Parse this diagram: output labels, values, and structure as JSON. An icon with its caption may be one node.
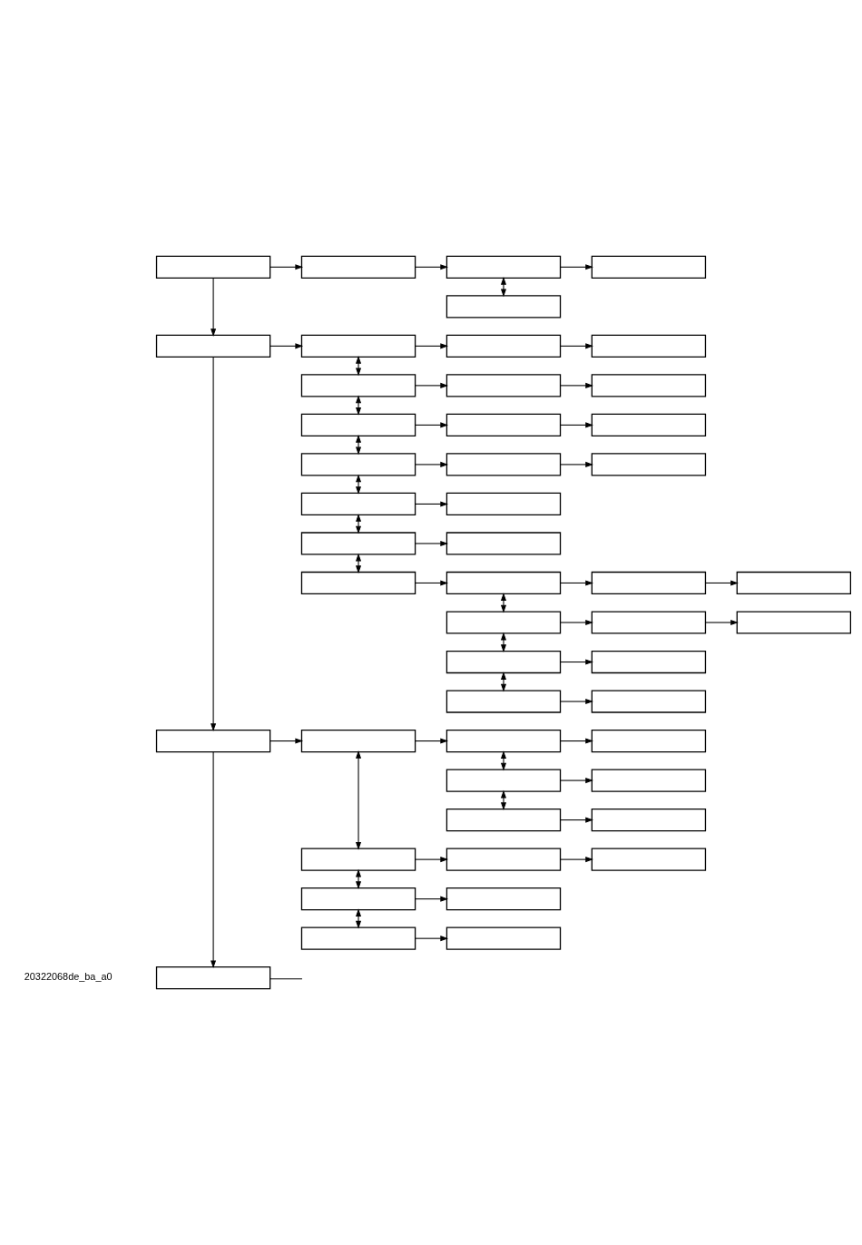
{
  "diagram": {
    "nodes": [
      {
        "text": [],
        "shape": "box"
      },
      {
        "text": [],
        "shape": "box"
      },
      {
        "text": [],
        "shape": "box"
      },
      {
        "text": [],
        "shape": "box"
      },
      {
        "text": [],
        "shape": "box"
      },
      {
        "text": [],
        "shape": "box"
      },
      {
        "text": [],
        "shape": "box"
      },
      {
        "text": [],
        "shape": "box"
      },
      {
        "text": [],
        "shape": "box"
      },
      {
        "text": [],
        "shape": "box"
      },
      {
        "text": [],
        "shape": "box"
      },
      {
        "text": [],
        "shape": "box"
      },
      {
        "text": [],
        "shape": "box"
      },
      {
        "text": [],
        "shape": "box"
      },
      {
        "text": [],
        "shape": "box"
      },
      {
        "text": [],
        "shape": "box"
      },
      {
        "text": [],
        "shape": "box"
      },
      {
        "text": [],
        "shape": "box"
      },
      {
        "text": [],
        "shape": "box"
      },
      {
        "text": [],
        "shape": "box"
      },
      {
        "text": [],
        "shape": "box"
      },
      {
        "text": [],
        "shape": "box"
      },
      {
        "text": [],
        "shape": "box"
      },
      {
        "text": [],
        "shape": "box"
      },
      {
        "text": [],
        "shape": "box"
      },
      {
        "text": [],
        "shape": "box"
      },
      {
        "text": [],
        "shape": "box"
      },
      {
        "text": [],
        "shape": "box"
      },
      {
        "text": [],
        "shape": "box"
      },
      {
        "text": [],
        "shape": "box"
      },
      {
        "text": [],
        "shape": "box"
      },
      {
        "text": [],
        "shape": "box"
      },
      {
        "text": [],
        "shape": "box"
      },
      {
        "text": [],
        "shape": "box"
      },
      {
        "text": [],
        "shape": "box"
      },
      {
        "text": [],
        "shape": "box"
      },
      {
        "text": [],
        "shape": "box"
      },
      {
        "text": [],
        "shape": "box"
      },
      {
        "text": [],
        "shape": "box"
      },
      {
        "text": [],
        "shape": "box"
      },
      {
        "text": [],
        "shape": "box"
      },
      {
        "text": [],
        "shape": "box"
      },
      {
        "text": [],
        "shape": "box"
      },
      {
        "text": [],
        "shape": "box"
      },
      {
        "text": [],
        "shape": "box"
      },
      {
        "text": [],
        "shape": "box"
      },
      {
        "text": [],
        "shape": "box"
      },
      {
        "text": [],
        "shape": "box"
      },
      {
        "text": [],
        "shape": "box"
      }
    ],
    "edges": [
      {
        "from": 0,
        "to": 1,
        "arrow": "to"
      },
      {
        "from": 1,
        "to": 2,
        "arrow": "to"
      },
      {
        "from": 2,
        "to": 3,
        "arrow": "to"
      },
      {
        "from": 2,
        "to": 4,
        "arrow": "both"
      },
      {
        "from": 0,
        "to": 5,
        "arrow": "to"
      },
      {
        "from": 5,
        "to": 6,
        "arrow": "to"
      },
      {
        "from": 6,
        "to": 7,
        "arrow": "to"
      },
      {
        "from": 7,
        "to": 8,
        "arrow": "to"
      },
      {
        "from": 6,
        "to": 9,
        "arrow": "both"
      },
      {
        "from": 9,
        "to": 10,
        "arrow": "to"
      },
      {
        "from": 10,
        "to": 11,
        "arrow": "to"
      },
      {
        "from": 9,
        "to": 12,
        "arrow": "both"
      },
      {
        "from": 12,
        "to": 13,
        "arrow": "to"
      },
      {
        "from": 13,
        "to": 14,
        "arrow": "to"
      },
      {
        "from": 12,
        "to": 15,
        "arrow": "both"
      },
      {
        "from": 15,
        "to": 16,
        "arrow": "to"
      },
      {
        "from": 16,
        "to": 17,
        "arrow": "to"
      },
      {
        "from": 15,
        "to": 18,
        "arrow": "both"
      },
      {
        "from": 18,
        "to": 19,
        "arrow": "to"
      },
      {
        "from": 18,
        "to": 20,
        "arrow": "both"
      },
      {
        "from": 20,
        "to": 21,
        "arrow": "to"
      },
      {
        "from": 20,
        "to": 22,
        "arrow": "both"
      },
      {
        "from": 22,
        "to": 23,
        "arrow": "to"
      },
      {
        "from": 23,
        "to": 24,
        "arrow": "to"
      },
      {
        "from": 24,
        "to": 25,
        "arrow": "to"
      },
      {
        "from": 23,
        "to": 26,
        "arrow": "both"
      },
      {
        "from": 26,
        "to": 27,
        "arrow": "to"
      },
      {
        "from": 27,
        "to": 28,
        "arrow": "to"
      },
      {
        "from": 26,
        "to": 29,
        "arrow": "both"
      },
      {
        "from": 29,
        "to": 30,
        "arrow": "to"
      },
      {
        "from": 29,
        "to": 31,
        "arrow": "both"
      },
      {
        "from": 31,
        "to": 32,
        "arrow": "to"
      },
      {
        "from": 5,
        "to": 33,
        "arrow": "to"
      },
      {
        "from": 33,
        "to": 34,
        "arrow": "to"
      },
      {
        "from": 34,
        "to": 35,
        "arrow": "to"
      },
      {
        "from": 35,
        "to": 36,
        "arrow": "to"
      },
      {
        "from": 35,
        "to": 37,
        "arrow": "both"
      },
      {
        "from": 37,
        "to": 38,
        "arrow": "to"
      },
      {
        "from": 37,
        "to": 39,
        "arrow": "both"
      },
      {
        "from": 39,
        "to": 40,
        "arrow": "to"
      },
      {
        "from": 34,
        "to": 41,
        "arrow": "both"
      },
      {
        "from": 41,
        "to": 42,
        "arrow": "to"
      },
      {
        "from": 42,
        "to": 43,
        "arrow": "to"
      },
      {
        "from": 41,
        "to": 44,
        "arrow": "both"
      },
      {
        "from": 44,
        "to": 45,
        "arrow": "to"
      },
      {
        "from": 44,
        "to": 46,
        "arrow": "both"
      },
      {
        "from": 46,
        "to": 47,
        "arrow": "to"
      },
      {
        "from": 33,
        "to": 48,
        "arrow": "to"
      },
      {
        "from": 48,
        "to": null,
        "arrow": "none"
      }
    ],
    "labels": [
      "20322068de_ba_a0"
    ]
  }
}
